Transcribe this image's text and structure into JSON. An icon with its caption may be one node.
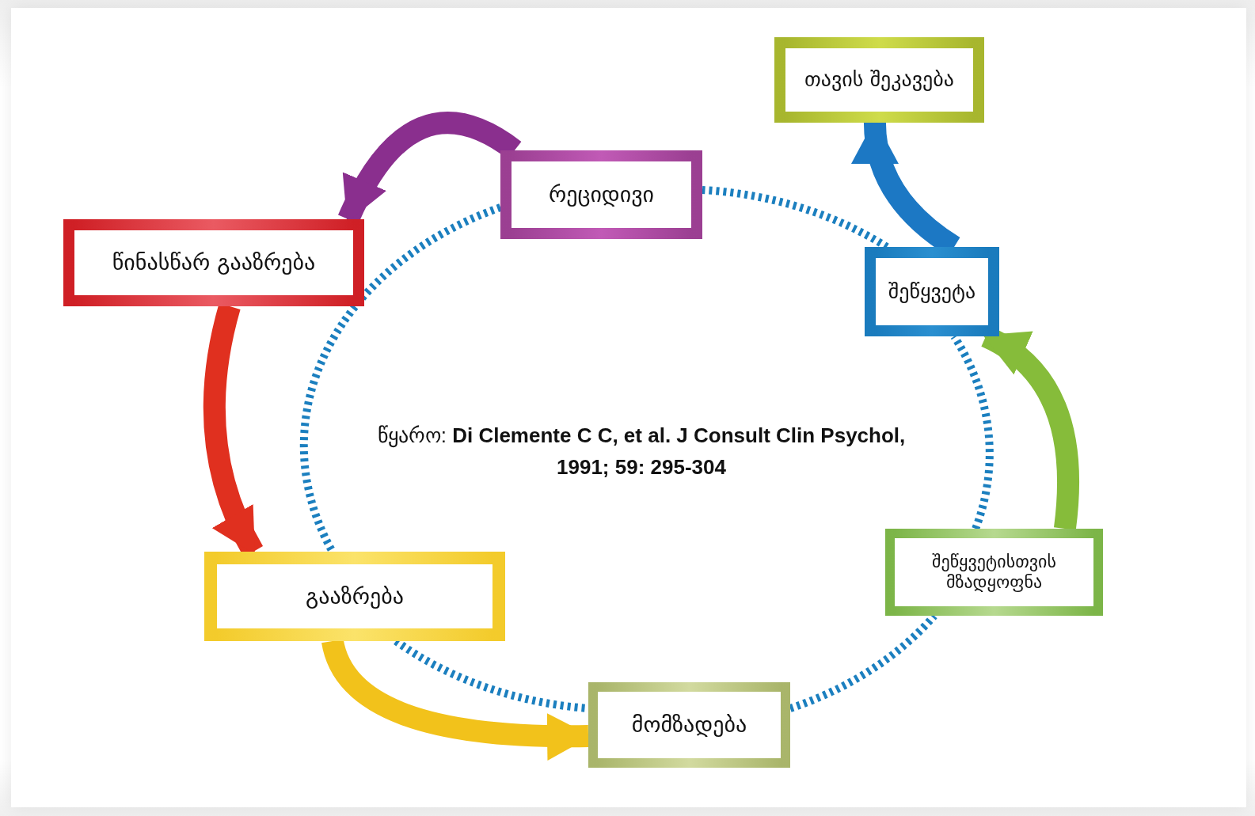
{
  "diagram": {
    "nodes": [
      {
        "text": [
          "თავის შეკავება"
        ]
      },
      {
        "text": [
          "რეციდივი"
        ]
      },
      {
        "text": [
          "წინასწარ გააზრება"
        ]
      },
      {
        "text": [
          "შეწყვეტა"
        ]
      },
      {
        "text": [
          "შეწყვეტისთვის მზადყოფნა"
        ]
      },
      {
        "text": [
          "გააზრება"
        ]
      },
      {
        "text": [
          "მომზადება"
        ]
      }
    ],
    "edges": [
      {
        "from": 5,
        "to": 6,
        "arrow": "none",
        "style": "dashed"
      },
      {
        "from": 6,
        "to": 4,
        "arrow": "none",
        "style": "dashed"
      },
      {
        "from": 4,
        "to": 3,
        "arrow": "none",
        "style": "dashed"
      },
      {
        "from": 3,
        "to": 1,
        "arrow": "none",
        "style": "dashed"
      },
      {
        "from": 1,
        "to": 5,
        "arrow": "none",
        "style": "dashed"
      },
      {
        "from": 2,
        "to": 5,
        "arrow": "to",
        "style": "thick",
        "color": "#e0301f"
      },
      {
        "from": 5,
        "to": 6,
        "arrow": "to",
        "style": "thick",
        "color": "#f2c21b"
      },
      {
        "from": 4,
        "to": 3,
        "arrow": "to",
        "style": "thick",
        "color": "#86bc3a"
      },
      {
        "from": 3,
        "to": 0,
        "arrow": "to",
        "style": "thick",
        "color": "#1c78c4"
      },
      {
        "from": 1,
        "to": 2,
        "arrow": "to",
        "style": "thick",
        "color": "#8a2f8e"
      }
    ],
    "labels": [
      "წყარო: **Di Clemente C C, et al. J Consult Clin Psychol, 1991; 59: 295-304**"
    ]
  }
}
